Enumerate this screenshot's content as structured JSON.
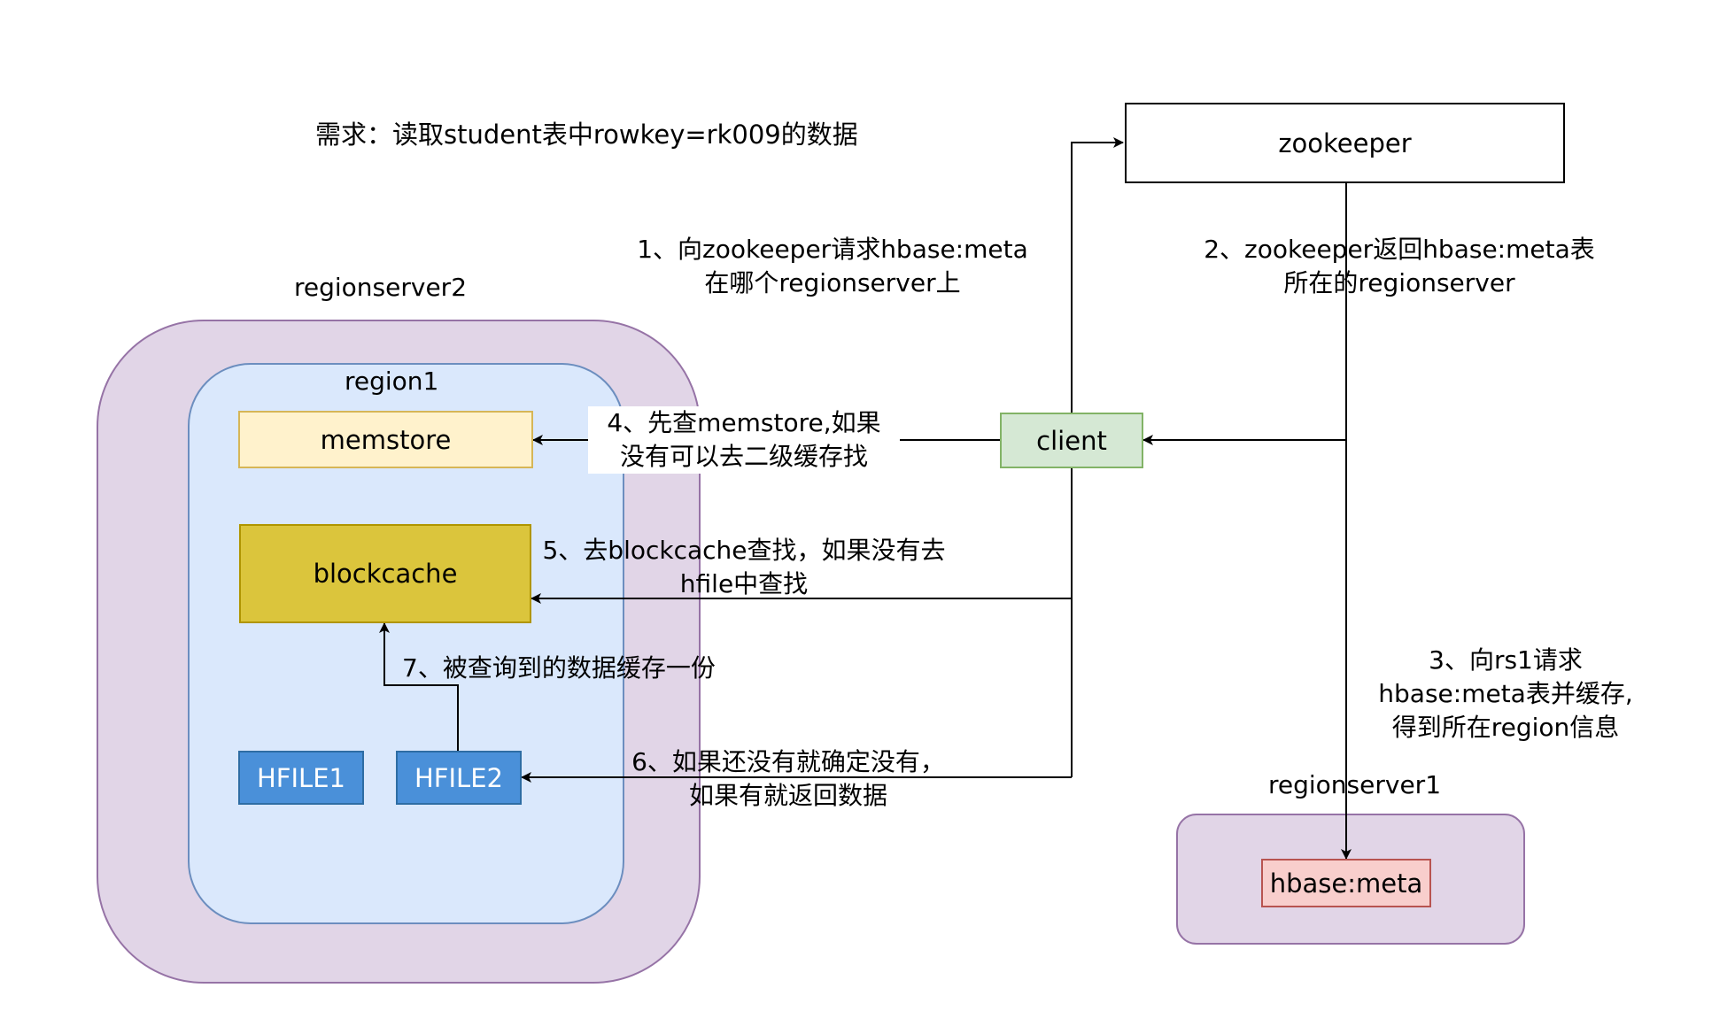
{
  "title": "需求：读取student表中rowkey=rk009的数据",
  "nodes": {
    "zookeeper": "zookeeper",
    "client": "client",
    "regionserver1": "regionserver1",
    "regionserver2": "regionserver2",
    "region1": "region1",
    "memstore": "memstore",
    "blockcache": "blockcache",
    "hfile1": "HFILE1",
    "hfile2": "HFILE2",
    "hbase_meta": "hbase:meta"
  },
  "steps": {
    "step1": "1、向zookeeper请求hbase:meta\n在哪个regionserver上",
    "step2": "2、zookeeper返回hbase:meta表\n所在的regionserver",
    "step3": "3、向rs1请求\nhbase:meta表并缓存,\n得到所在region信息",
    "step4": "4、先查memstore,如果\n没有可以去二级缓存找",
    "step5": "5、去blockcache查找，如果没有去\nhfile中查找",
    "step6": "6、如果还没有就确定没有，\n如果有就返回数据",
    "step7": "7、被查询到的数据缓存一份"
  },
  "colors": {
    "regionserver_fill": "#e1d5e7",
    "regionserver_stroke": "#9673a6",
    "region_fill": "#dae8fc",
    "region_stroke": "#6c8ebf",
    "memstore_fill": "#fff2cc",
    "memstore_stroke": "#d6b656",
    "blockcache_fill": "#dbc53c",
    "blockcache_stroke": "#b09500",
    "hfile_fill": "#4a90d9",
    "hfile_stroke": "#2e6da4",
    "client_fill": "#d5e8d4",
    "client_stroke": "#82b366",
    "meta_fill": "#f8cecc",
    "meta_stroke": "#b85450"
  }
}
